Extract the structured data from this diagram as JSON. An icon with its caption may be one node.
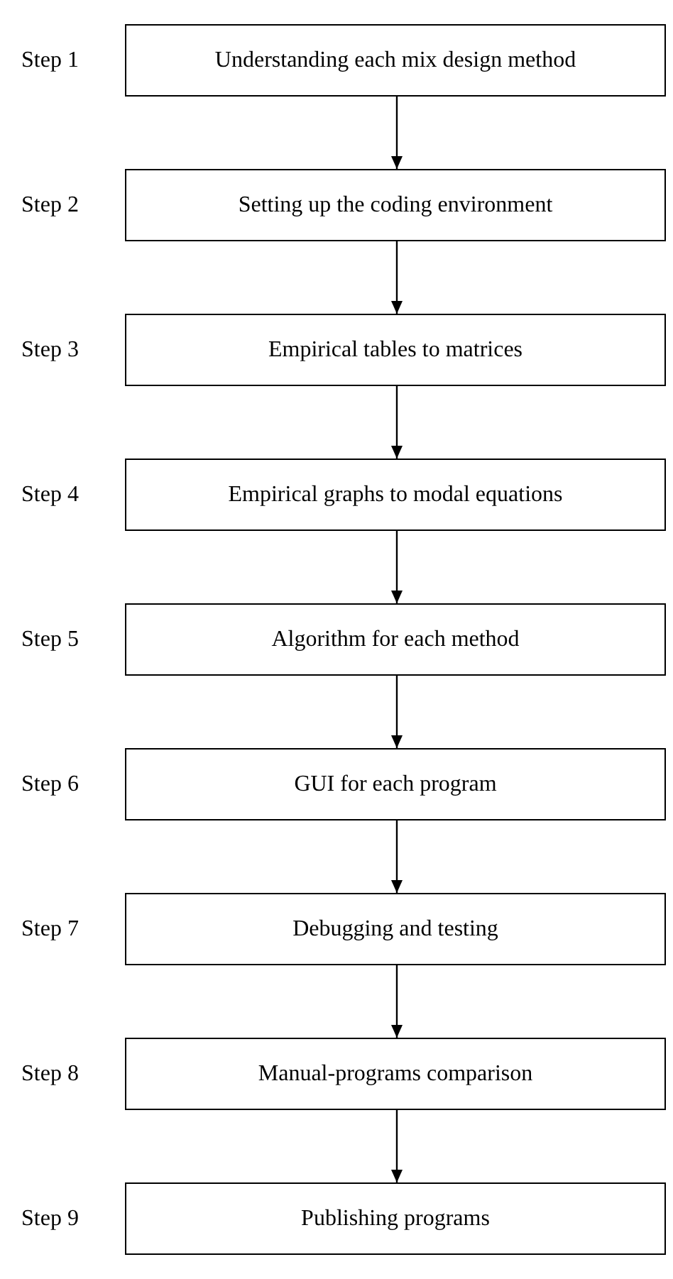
{
  "diagram": {
    "nodes": [
      {
        "text": [
          "Understanding each mix design method"
        ],
        "beside": [
          "Step 1"
        ]
      },
      {
        "text": [
          "Setting up the coding environment"
        ],
        "beside": [
          "Step 2"
        ]
      },
      {
        "text": [
          "Empirical tables to matrices"
        ],
        "beside": [
          "Step 3"
        ]
      },
      {
        "text": [
          "Empirical graphs to modal equations"
        ],
        "beside": [
          "Step 4"
        ]
      },
      {
        "text": [
          "Algorithm for each method"
        ],
        "beside": [
          "Step 5"
        ]
      },
      {
        "text": [
          "GUI for each program"
        ],
        "beside": [
          "Step 6"
        ]
      },
      {
        "text": [
          "Debugging and testing"
        ],
        "beside": [
          "Step 7"
        ]
      },
      {
        "text": [
          "Manual-programs comparison"
        ],
        "beside": [
          "Step 8"
        ]
      },
      {
        "text": [
          "Publishing programs"
        ],
        "beside": [
          "Step 9"
        ]
      }
    ],
    "edges": [
      {
        "from": 0,
        "to": 1,
        "arrow": "to"
      },
      {
        "from": 1,
        "to": 2,
        "arrow": "to"
      },
      {
        "from": 2,
        "to": 3,
        "arrow": "to"
      },
      {
        "from": 3,
        "to": 4,
        "arrow": "to"
      },
      {
        "from": 4,
        "to": 5,
        "arrow": "to"
      },
      {
        "from": 5,
        "to": 6,
        "arrow": "to"
      },
      {
        "from": 6,
        "to": 7,
        "arrow": "to"
      },
      {
        "from": 7,
        "to": 8,
        "arrow": "to"
      }
    ]
  }
}
